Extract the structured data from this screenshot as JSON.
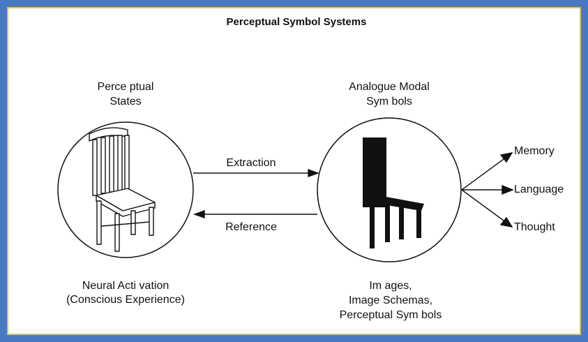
{
  "title": "Perceptual Symbol Systems",
  "left_node": {
    "heading": [
      "Perce ptual",
      "States"
    ],
    "caption": [
      "Neural Acti vation",
      "(Conscious Experience)"
    ]
  },
  "right_node": {
    "heading": [
      "Analogue Modal",
      "Sym bols"
    ],
    "caption": [
      "Im ages,",
      "Image Schemas,",
      "Perceptual Sym bols"
    ]
  },
  "arrows": {
    "extraction": "Extraction",
    "reference": "Reference"
  },
  "outputs": [
    "Memory",
    "Language",
    "Thought"
  ],
  "colors": {
    "frame": "#4a79c4",
    "border": "#d8c45a",
    "ink": "#111111"
  }
}
